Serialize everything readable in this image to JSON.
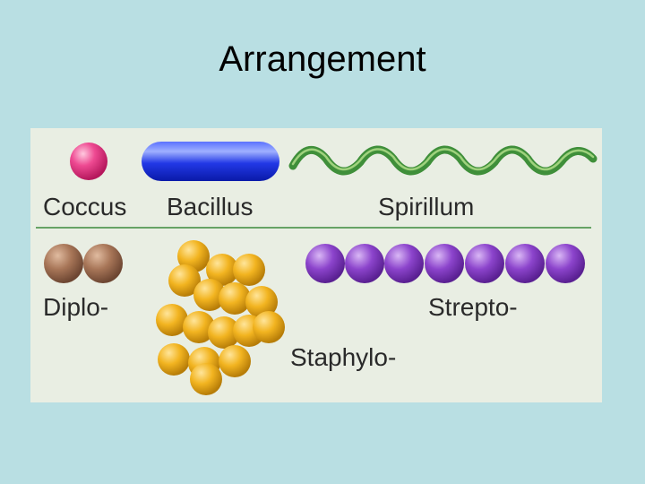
{
  "title": "Arrangement",
  "labels": {
    "coccus": "Coccus",
    "bacillus": "Bacillus",
    "spirillum": "Spirillum",
    "diplo": "Diplo-",
    "strepto": "Strepto-",
    "staphylo": "Staphylo-"
  },
  "colors": {
    "coccus": "#e83b86",
    "bacillus": "#1f3be0",
    "spirillum": "#3f8f3a",
    "diplo": "#a57253",
    "staphylo": "#f0b21c",
    "strepto": "#8a3fc4",
    "divider": "#3c8a3c",
    "background": "#b9dfe3",
    "panel": "#e9eee3"
  }
}
